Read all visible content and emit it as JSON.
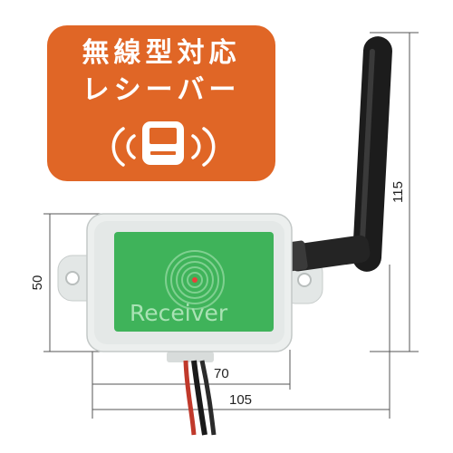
{
  "badge": {
    "line1": "無線型対応",
    "line2": "レシーバー",
    "color": "#e06626"
  },
  "device": {
    "label": "Receiver",
    "panel_color": "#3fb35a",
    "led_color": "#e8403a",
    "body_color": "#ecefee",
    "antenna_color": "#1c1c1c"
  },
  "dimensions": {
    "height": "50",
    "panel_width": "70",
    "total_width": "105",
    "antenna_height": "115"
  },
  "icons": {
    "signal": "wireless-signal-icon",
    "receiver": "receiver-box-icon"
  }
}
